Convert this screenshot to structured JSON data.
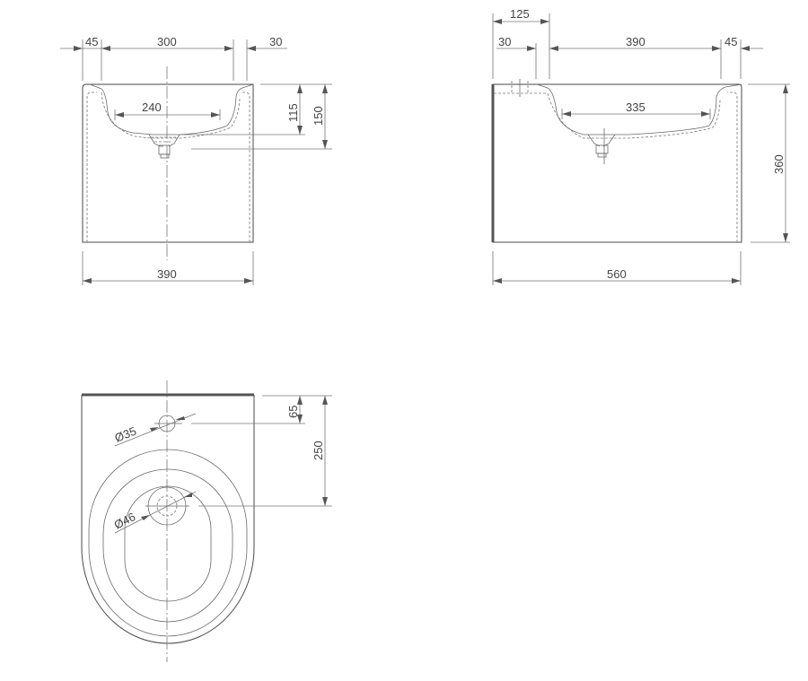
{
  "drawing": {
    "units": "mm",
    "front_view": {
      "dim_left_rim": "45",
      "dim_basin_width": "300",
      "dim_right_rim": "30",
      "dim_bowl_inner": "240",
      "dim_bowl_depth": "115",
      "dim_drain_depth": "150",
      "dim_overall_width": "390"
    },
    "side_view": {
      "dim_tap_offset": "125",
      "dim_back_rim": "30",
      "dim_basin_length": "390",
      "dim_front_rim": "45",
      "dim_bowl_inner": "335",
      "dim_overall_height": "360",
      "dim_overall_depth": "560"
    },
    "top_view": {
      "dim_tap_hole_dia": "Ø35",
      "dim_drain_dia": "Ø46",
      "dim_tap_hole_offset": "65",
      "dim_drain_offset": "250"
    }
  }
}
